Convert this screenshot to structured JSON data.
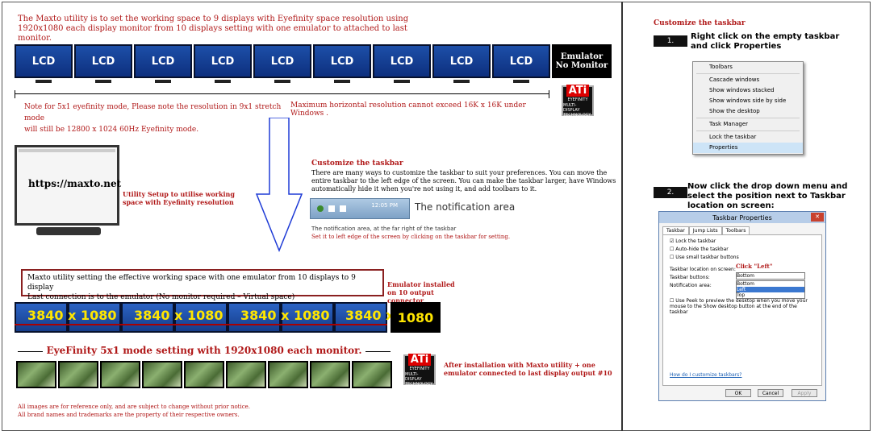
{
  "intro": {
    "line1": "The Maxto utility is to set the working space to 9 displays with Eyefinity space resolution using",
    "line2": "1920x1080 each display monitor from 10 displays setting with one emulator to attached to last monitor."
  },
  "lcd_label": "LCD",
  "emulator_label_1": "Emulator",
  "emulator_label_2": "No Monitor",
  "ati": {
    "logo": "ATi",
    "sub": "EYEFINITY",
    "tag": "MULTI-DISPLAY TECHNOLOGY"
  },
  "notes": {
    "note1a": "Note for 5x1 eyefinity mode, Please note the resolution in 9x1 stretch mode",
    "note1b": "will still be 12800 x 1024 60Hz Eyefinity mode.",
    "note2": "Maximum horizontal resolution cannot exceed 16K x 16K under Windows ."
  },
  "monitor_site": "https://maxto.net",
  "setup_text": "Utility Setup to utilise working space with Eyefinity resolution",
  "customize": {
    "title": "Customize the taskbar",
    "body": "There are many ways to customize the taskbar to suit your preferences. You can move the entire taskbar to the left edge of the screen. You can make the taskbar larger, have Windows automatically hide it when you're not using it, and add toolbars to it.",
    "time": "12:05 PM",
    "notif_title": "The notification area",
    "notif_sub": "The notification area, at the far right of the taskbar",
    "set_left": "Set it to left edge of the screen by clicking on the taskbar for setting."
  },
  "box2": {
    "line1": "Maxto utility setting the effective working space with one emulator from 10 displays to 9 display",
    "line2": "Last connection is to the emulator  (No  monitor required – Virtual space)"
  },
  "emulator_installed": "Emulator installed on 10 output connector",
  "res_label": "3840 x 1080",
  "res_1080": "1080",
  "eyefinity_label": "EyeFinity 5x1 mode setting with 1920x1080 each monitor.",
  "after_install": "After installation with Maxto utility + one emulator connected to last display output #10",
  "disclaimer": {
    "l1": "All images are for reference only, and are subject to change without prior notice.",
    "l2": "All brand names and trademarks are the property of their respective owners."
  },
  "right": {
    "title": "Customize the taskbar",
    "step1_num": "1.",
    "step1_text": "Right click on the empty taskbar and click Properties",
    "menu": [
      "Toolbars",
      "Cascade windows",
      "Show windows stacked",
      "Show windows side by side",
      "Show the desktop",
      "Task Manager",
      "Lock the taskbar",
      "Properties"
    ],
    "step2_num": "2.",
    "step2_text": "Now click the drop down menu and select the position next to Taskbar location on screen:",
    "dialog_title": "Taskbar Properties",
    "tabs": [
      "Taskbar",
      "Jump Lists",
      "Toolbars"
    ],
    "opt1": "Lock the taskbar",
    "opt2": "Auto-hide the taskbar",
    "opt3": "Use small taskbar buttons",
    "click_left": "Click \"Left\"",
    "loc_label": "Taskbar location on screen:",
    "loc_value": "Bottom",
    "buttons_label": "Taskbar buttons:",
    "notif_label": "Notification area:",
    "dd_options": [
      "Bottom",
      "Left",
      "Top"
    ],
    "peek": "Use Peek to preview the desktop when you move your mouse to the Show desktop button at the end of the taskbar",
    "link": "How do I customize taskbars?",
    "ok": "OK",
    "cancel": "Cancel",
    "apply": "Apply"
  }
}
